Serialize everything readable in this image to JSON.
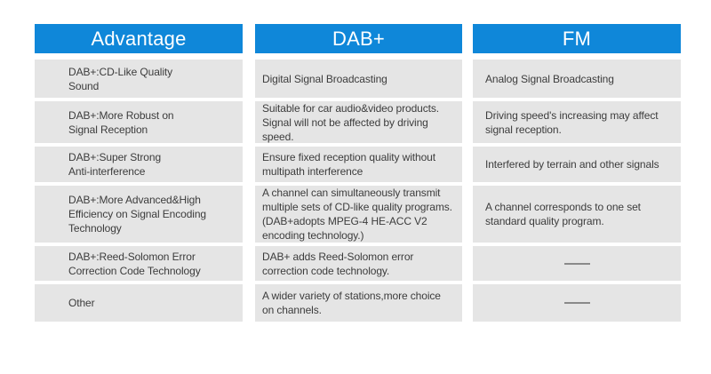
{
  "colors": {
    "header_background": "#0f87d9",
    "header_text": "#ffffff",
    "cell_background": "#e5e5e5",
    "cell_text": "#3c3c3c",
    "page_background": "#ffffff"
  },
  "chart_data": {
    "type": "table",
    "title": "",
    "columns": [
      "Advantage",
      "DAB+",
      "FM"
    ],
    "rows": [
      [
        "DAB+:CD-Like Quality\nSound",
        "Digital Signal Broadcasting",
        "Analog Signal Broadcasting"
      ],
      [
        "DAB+:More Robust on\nSignal Reception",
        "Suitable for car audio&video products.\nSignal will not be affected by driving\nspeed.",
        "Driving speed's increasing may affect\nsignal reception."
      ],
      [
        "DAB+:Super Strong\nAnti-interference",
        "Ensure fixed reception quality without\nmultipath interference",
        "Interfered by terrain and other signals"
      ],
      [
        "DAB+:More Advanced&High\nEfficiency on Signal Encoding\nTechnology",
        "A channel can simultaneously transmit\nmultiple sets of CD-like quality programs.\n(DAB+adopts MPEG-4 HE-ACC V2\nencoding technology.)",
        "A channel corresponds to one set\nstandard quality program."
      ],
      [
        "DAB+:Reed-Solomon Error\nCorrection Code Technology",
        "DAB+ adds Reed-Solomon error\ncorrection code technology.",
        "——"
      ],
      [
        "Other",
        "A wider variety of stations,more choice\non channels.",
        "——"
      ]
    ],
    "legend": "none",
    "grid": "off"
  }
}
